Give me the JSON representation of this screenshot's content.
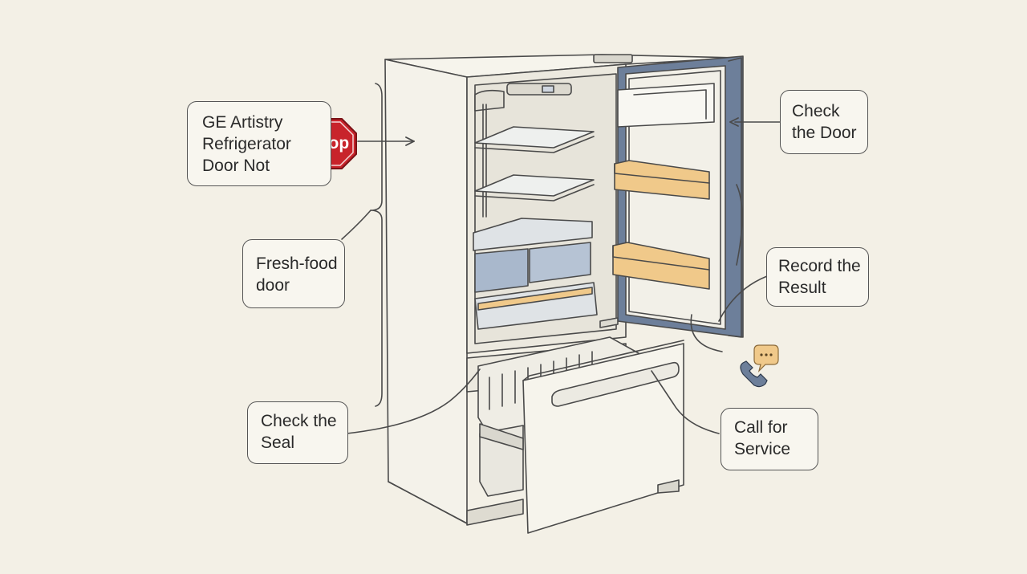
{
  "callouts": {
    "title": [
      "GE Artistry",
      "Refrigerator",
      "Door Not"
    ],
    "stop_sign": "stop",
    "fresh_food_door": [
      "Fresh-food",
      "door"
    ],
    "check_seal": [
      "Check the",
      "Seal"
    ],
    "check_door": [
      "Check",
      "the Door"
    ],
    "record_result": [
      "Record the",
      "Result"
    ],
    "call_service": [
      "Call for",
      "Service"
    ]
  },
  "icons": {
    "phone": "phone-icon",
    "chat": "chat-bubble-icon"
  },
  "colors": {
    "stop_red": "#c8242b",
    "bin_amber": "#f0c98a",
    "door_blue": "#6d7f9a",
    "crisper_blue": "#a9b8cc"
  }
}
